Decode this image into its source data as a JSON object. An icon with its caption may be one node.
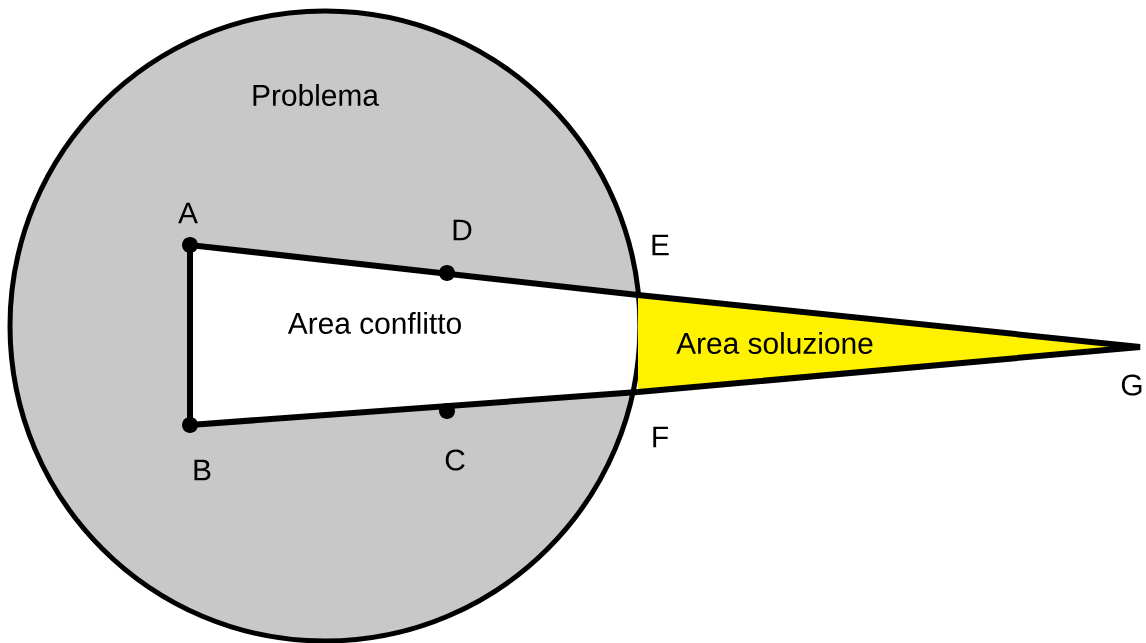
{
  "diagram": {
    "nodes": [
      {
        "text": [
          "Problema"
        ]
      },
      {
        "text": [
          "Area conflitto"
        ],
        "in": 0
      },
      {
        "text": [
          "Area soluzione"
        ]
      }
    ],
    "labels": [
      "A",
      "D",
      "E",
      "B",
      "C",
      "F",
      "G"
    ]
  }
}
